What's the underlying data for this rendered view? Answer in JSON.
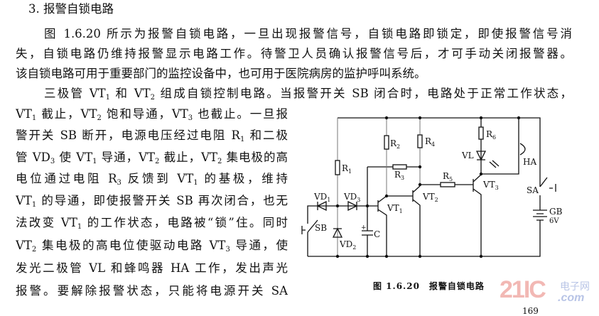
{
  "heading": "3. 报警自锁电路",
  "paragraph_lines": [
    "图 1.6.20 所示为报警自锁电路，一旦出现报警信号，自锁电路即锁定，即使报警信号消",
    "失，自锁电路仍维持报警显示电路工作。待警卫人员确认报警信号后，才可手动关闭报警器。",
    "该自锁电路可用于重要部门的监控设备中，也可用于医院病房的监护呼叫系统。",
    "三极管 VT1 和 VT2 组成自锁控制电路。当报警开关 SB 闭合时，电路处于正常工作状态，",
    "VT1 截止，VT2 饱和导通，VT3 也截止。一旦报",
    "警开关 SB 断开，电源电压经过电阻 R1 和二极",
    "管 VD3 使 VT1 导通，VT2 截止，VT2 集电极的高",
    "电位通过电阻 R3 反馈到 VT1 的基极，维持",
    "VT1 的导通，即使报警开关 SB 再次闭合，也无",
    "法改变 VT1 的工作状态，电路被“锁”住。同时",
    "VT2 集电极的高电位使驱动电路 VT3 导通，使",
    "发光二极管 VL 和蜂鸣器 HA 工作，发出声光",
    "报警。要解除报警状态，只能将电源开关 SA"
  ],
  "figure": {
    "caption": "图 1.6.20　报警自锁电路",
    "labels": {
      "R1": "R1",
      "R2": "R2",
      "R3": "R3",
      "R4": "R4",
      "R5": "R5",
      "R6": "R6",
      "VD1": "VD1",
      "VD2": "VD2",
      "VD3": "VD3",
      "VT1": "VT1",
      "VT2": "VT2",
      "VT3": "VT3",
      "VL": "VL",
      "HA": "HA",
      "SA": "SA",
      "SB": "SB",
      "C": "C",
      "GB": "GB",
      "V": "6V",
      "plus": "+"
    }
  },
  "watermark": {
    "big": "21IC",
    "cn": "电子网",
    "com": ".com"
  },
  "page_number": "169"
}
